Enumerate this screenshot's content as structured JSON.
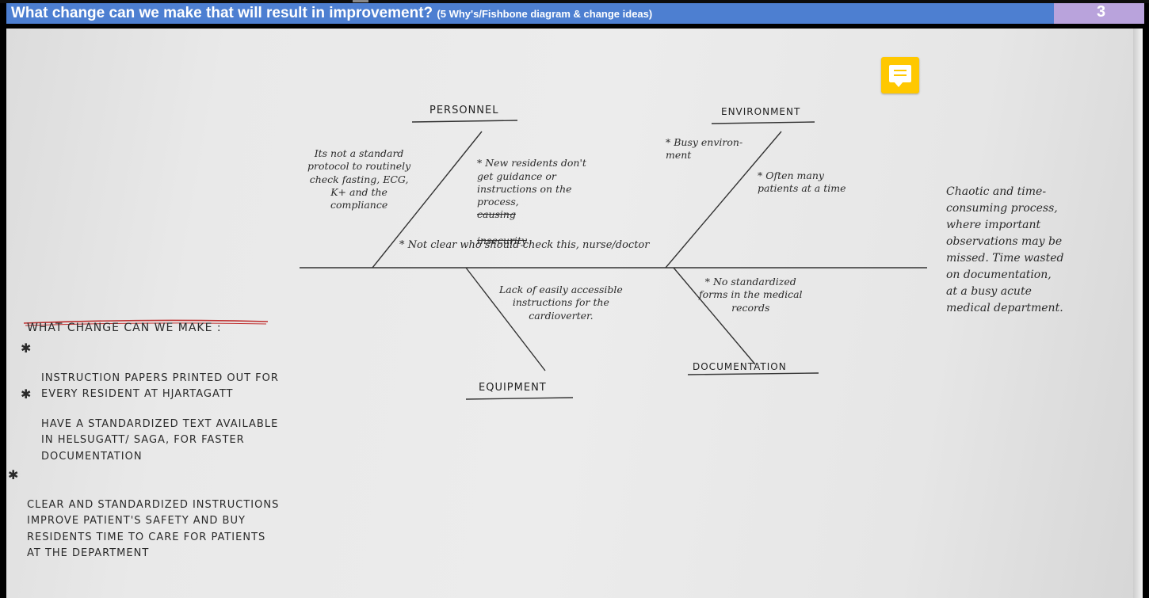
{
  "header": {
    "title": "What change can we make that will result in improvement?",
    "subtitle": "(5 Why's/Fishbone diagram & change ideas)",
    "page_number": "3"
  },
  "diagram": {
    "categories": {
      "personnel": "Personnel",
      "environment": "Environment",
      "equipment": "Equipment",
      "documentation": "Documentation"
    },
    "causes": {
      "personnel_1": "Its not a standard\nprotocol to routinely\ncheck fasting, ECG,\nK+ and the\ncompliance",
      "personnel_2": "* New residents don't\nget guidance or\ninstructions on the\nprocess,",
      "personnel_2_struck_1": "causing",
      "personnel_2_struck_2": "insecurity",
      "personnel_3": "* Not clear who should check this, nurse/doctor",
      "environment_1": "* Busy environ-\nment",
      "environment_2": "* Often many\npatients at a time",
      "equipment_1": "Lack of easily accessible\ninstructions for the\ncardioverter.",
      "documentation_1": "* No standardized\nforms in the medical\nrecords"
    },
    "effect": "Chaotic and time-\nconsuming process,\nwhere important\nobservations may be\nmissed. Time wasted\non documentation,\nat a busy acute\nmedical department."
  },
  "changes": {
    "heading": "What change can we make",
    "items": [
      "Instruction papers printed out for\nevery resident at Hjartagatt",
      "Have a standardized text available\nin Helsugatt/ Saga, for faster\ndocumentation",
      "Clear and standardized instructions\nimprove patient's safety and buy\nresidents time to care for patients\nat the department"
    ]
  },
  "icons": {
    "comment": "comment-icon"
  },
  "colors": {
    "header_bar": "#4d7fd1",
    "header_badge": "#b9a3dc",
    "comment": "#ffc800",
    "underline": "#c03030"
  }
}
